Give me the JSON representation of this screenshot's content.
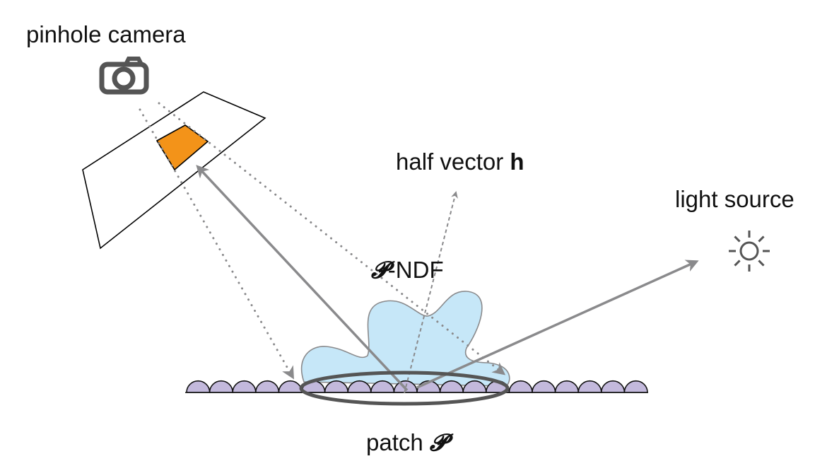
{
  "labels": {
    "camera": "pinhole camera",
    "half_vector": "half vector ",
    "half_vector_symbol": "h",
    "light": "light source",
    "ndf_symbol": "𝓟",
    "ndf": "-NDF",
    "patch": "patch ",
    "patch_symbol": "𝓟"
  },
  "colors": {
    "pixel": "#f39319",
    "ndf_fill": "#c6e7f8",
    "bumps": "#c3b9dc",
    "arrow": "#8a8a8c",
    "patch_ring": "#555555",
    "icon": "#555555"
  },
  "bump_count": 20
}
